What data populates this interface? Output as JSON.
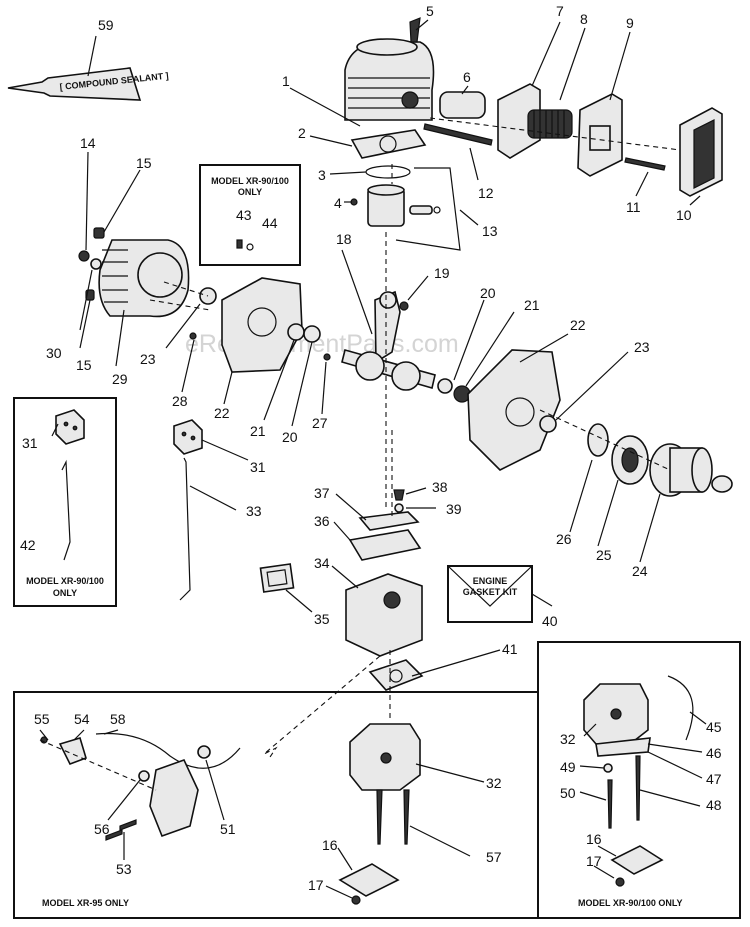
{
  "watermark": "eReplacementParts.com",
  "tube_label": "[ COMPOUND SEALANT ]",
  "boxes": {
    "model_xr90_100_top": [
      "MODEL XR-90/100",
      "ONLY"
    ],
    "model_xr90_100_left": [
      "MODEL XR-90/100",
      "ONLY"
    ],
    "engine_gasket_kit": [
      "ENGINE",
      "GASKET KIT"
    ],
    "model_xr95": "MODEL XR-95 ONLY",
    "model_xr90_100_bottom": "MODEL XR-90/100 ONLY"
  },
  "part_numbers": [
    "1",
    "2",
    "3",
    "4",
    "5",
    "6",
    "7",
    "8",
    "9",
    "10",
    "11",
    "12",
    "13",
    "14",
    "15",
    "15",
    "16",
    "16",
    "17",
    "17",
    "18",
    "19",
    "20",
    "20",
    "21",
    "21",
    "22",
    "22",
    "23",
    "23",
    "24",
    "25",
    "26",
    "27",
    "28",
    "29",
    "30",
    "31",
    "31",
    "32",
    "32",
    "33",
    "34",
    "35",
    "36",
    "37",
    "38",
    "39",
    "40",
    "41",
    "42",
    "43",
    "44",
    "45",
    "46",
    "47",
    "48",
    "49",
    "50",
    "51",
    "53",
    "54",
    "55",
    "56",
    "57",
    "58",
    "59"
  ]
}
